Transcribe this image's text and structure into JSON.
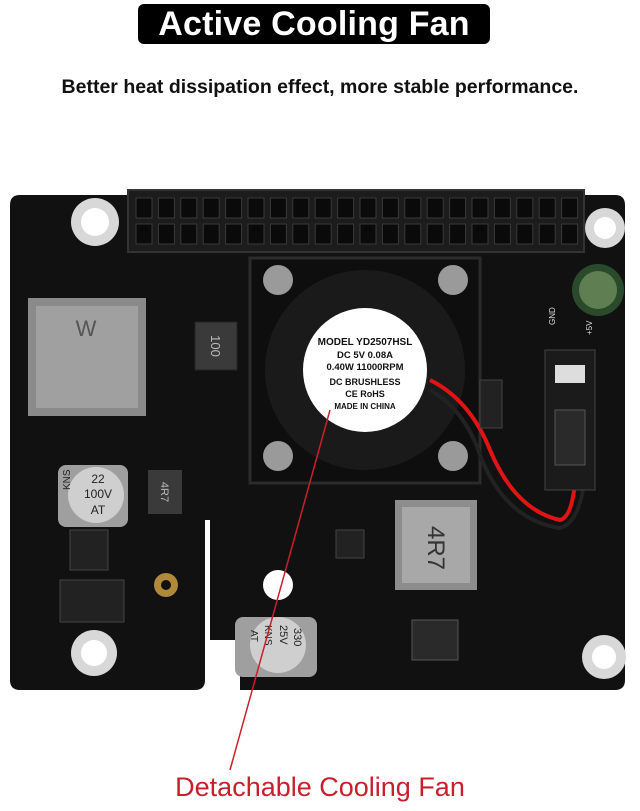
{
  "header": {
    "title": "Active Cooling Fan",
    "subtitle": "Better heat dissipation effect, more stable performance."
  },
  "caption": "Detachable Cooling Fan",
  "colors": {
    "title_bg": "#000000",
    "caption_text": "#c8202a",
    "pcb": "#111111",
    "fan_wire_red": "#e01414"
  },
  "fan_label": {
    "line1": "MODEL YD2507HSL",
    "line2": "DC 5V  0.08A",
    "line3": "0.40W  11000RPM",
    "line4": "DC BRUSHLESS",
    "line5": "CE RoHS",
    "line6": "MADE IN CHINA"
  },
  "components": {
    "inductor_small": "100",
    "inductor_large": "4R7",
    "inductor_side": "4R7",
    "cap_left_brand": "KNS",
    "cap_left_line1": "22",
    "cap_left_line2": "100V",
    "cap_left_line3": "AT",
    "cap_bottom_brand": "KNS",
    "cap_bottom_line1": "25V",
    "cap_bottom_line2": "330",
    "cap_bottom_line3": "AT",
    "pin_gnd": "GND",
    "pin_5v": "+5V",
    "transformer_mark": "W"
  }
}
